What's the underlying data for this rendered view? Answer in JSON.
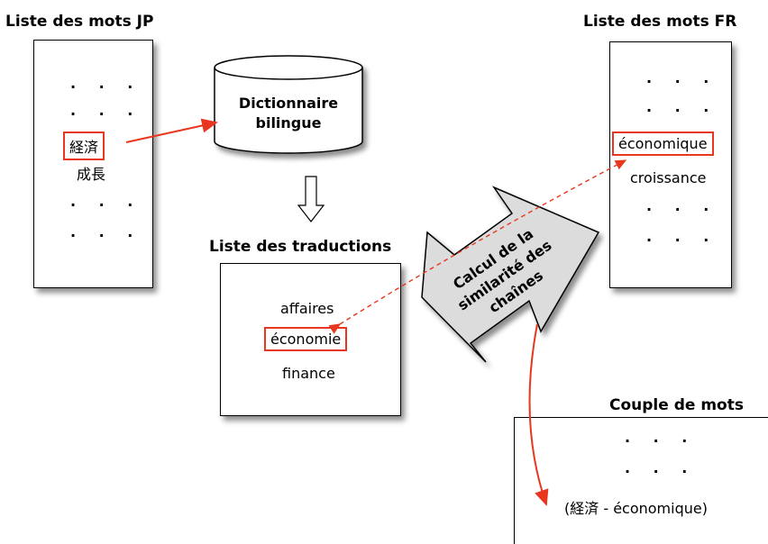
{
  "jp_list": {
    "title": "Liste des mots JP",
    "dots": "· · ·",
    "selected": "経済",
    "other": "成長"
  },
  "dictionary": {
    "line1": "Dictionnaire",
    "line2": "bilingue"
  },
  "translations": {
    "title": "Liste des traductions",
    "items": [
      "affaires",
      "économie",
      "finance"
    ]
  },
  "fr_list": {
    "title": "Liste des mots FR",
    "dots": "· · ·",
    "selected": "économique",
    "other": "croissance"
  },
  "similarity": {
    "line1": "Calcul de la",
    "line2": "similarité des",
    "line3": "chaînes"
  },
  "couple": {
    "title": "Couple de mots",
    "dots": "· · ·",
    "result": "(経済 - économique)"
  },
  "colors": {
    "highlight": "#e8371e",
    "arrow_fill": "#dcdcdc"
  }
}
